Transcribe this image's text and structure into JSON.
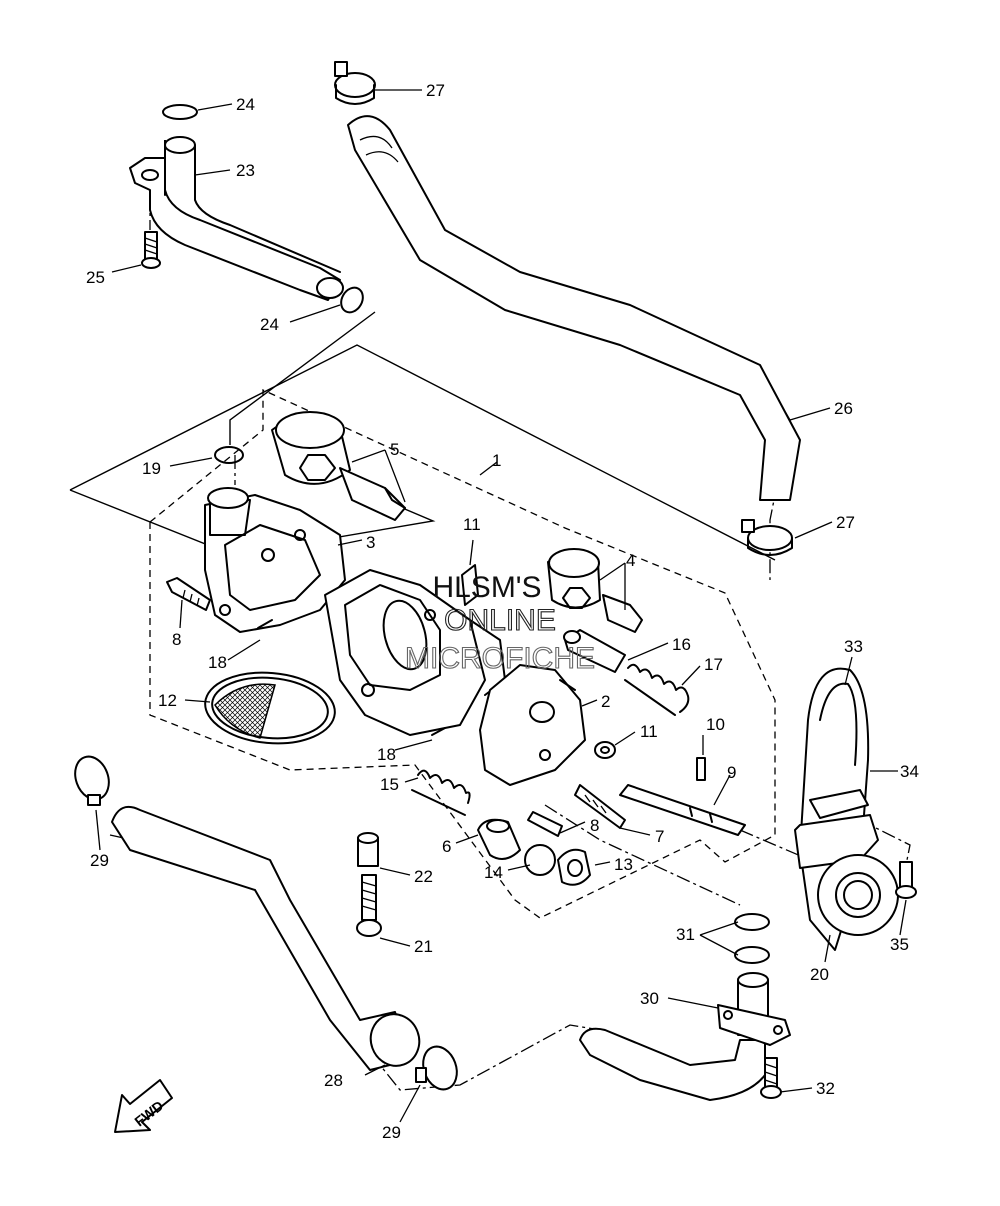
{
  "callouts": {
    "c1": "1",
    "c2": "2",
    "c3": "3",
    "c4": "4",
    "c5": "5",
    "c6": "6",
    "c7": "7",
    "c8a": "8",
    "c8b": "8",
    "c9": "9",
    "c10": "10",
    "c11a": "11",
    "c11b": "11",
    "c12": "12",
    "c13": "13",
    "c14": "14",
    "c15": "15",
    "c16": "16",
    "c17": "17",
    "c18a": "18",
    "c18b": "18",
    "c19": "19",
    "c20": "20",
    "c21": "21",
    "c22": "22",
    "c23": "23",
    "c24a": "24",
    "c24b": "24",
    "c25": "25",
    "c26": "26",
    "c27a": "27",
    "c27b": "27",
    "c28": "28",
    "c29a": "29",
    "c29b": "29",
    "c30": "30",
    "c31": "31",
    "c32": "32",
    "c33": "33",
    "c34": "34",
    "c35": "35"
  },
  "watermark": {
    "line1": "HLSM'S",
    "line2": "ONLINE",
    "line3": "MICROFICHE"
  },
  "direction_arrow": {
    "label": "FWD"
  },
  "colors": {
    "line": "#000000",
    "background": "#ffffff"
  }
}
